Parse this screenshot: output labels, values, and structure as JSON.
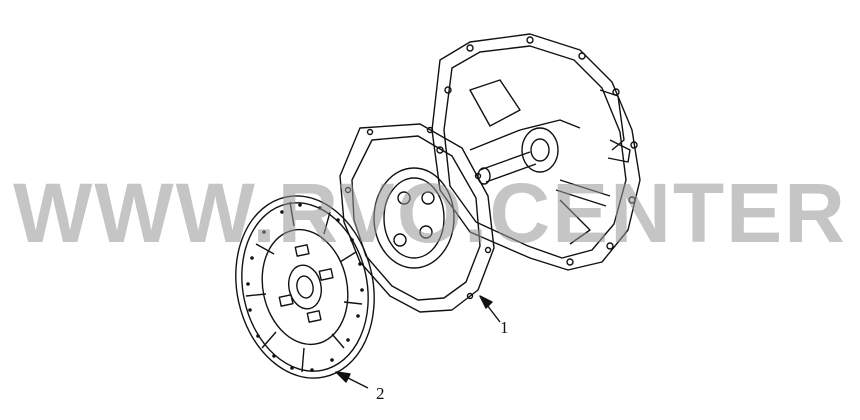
{
  "callouts": {
    "part_1": "1",
    "part_2": "2"
  },
  "watermark_text": "WWW.RVO.CENTER",
  "colors": {
    "line": "#111111",
    "watermark": "#969696"
  }
}
